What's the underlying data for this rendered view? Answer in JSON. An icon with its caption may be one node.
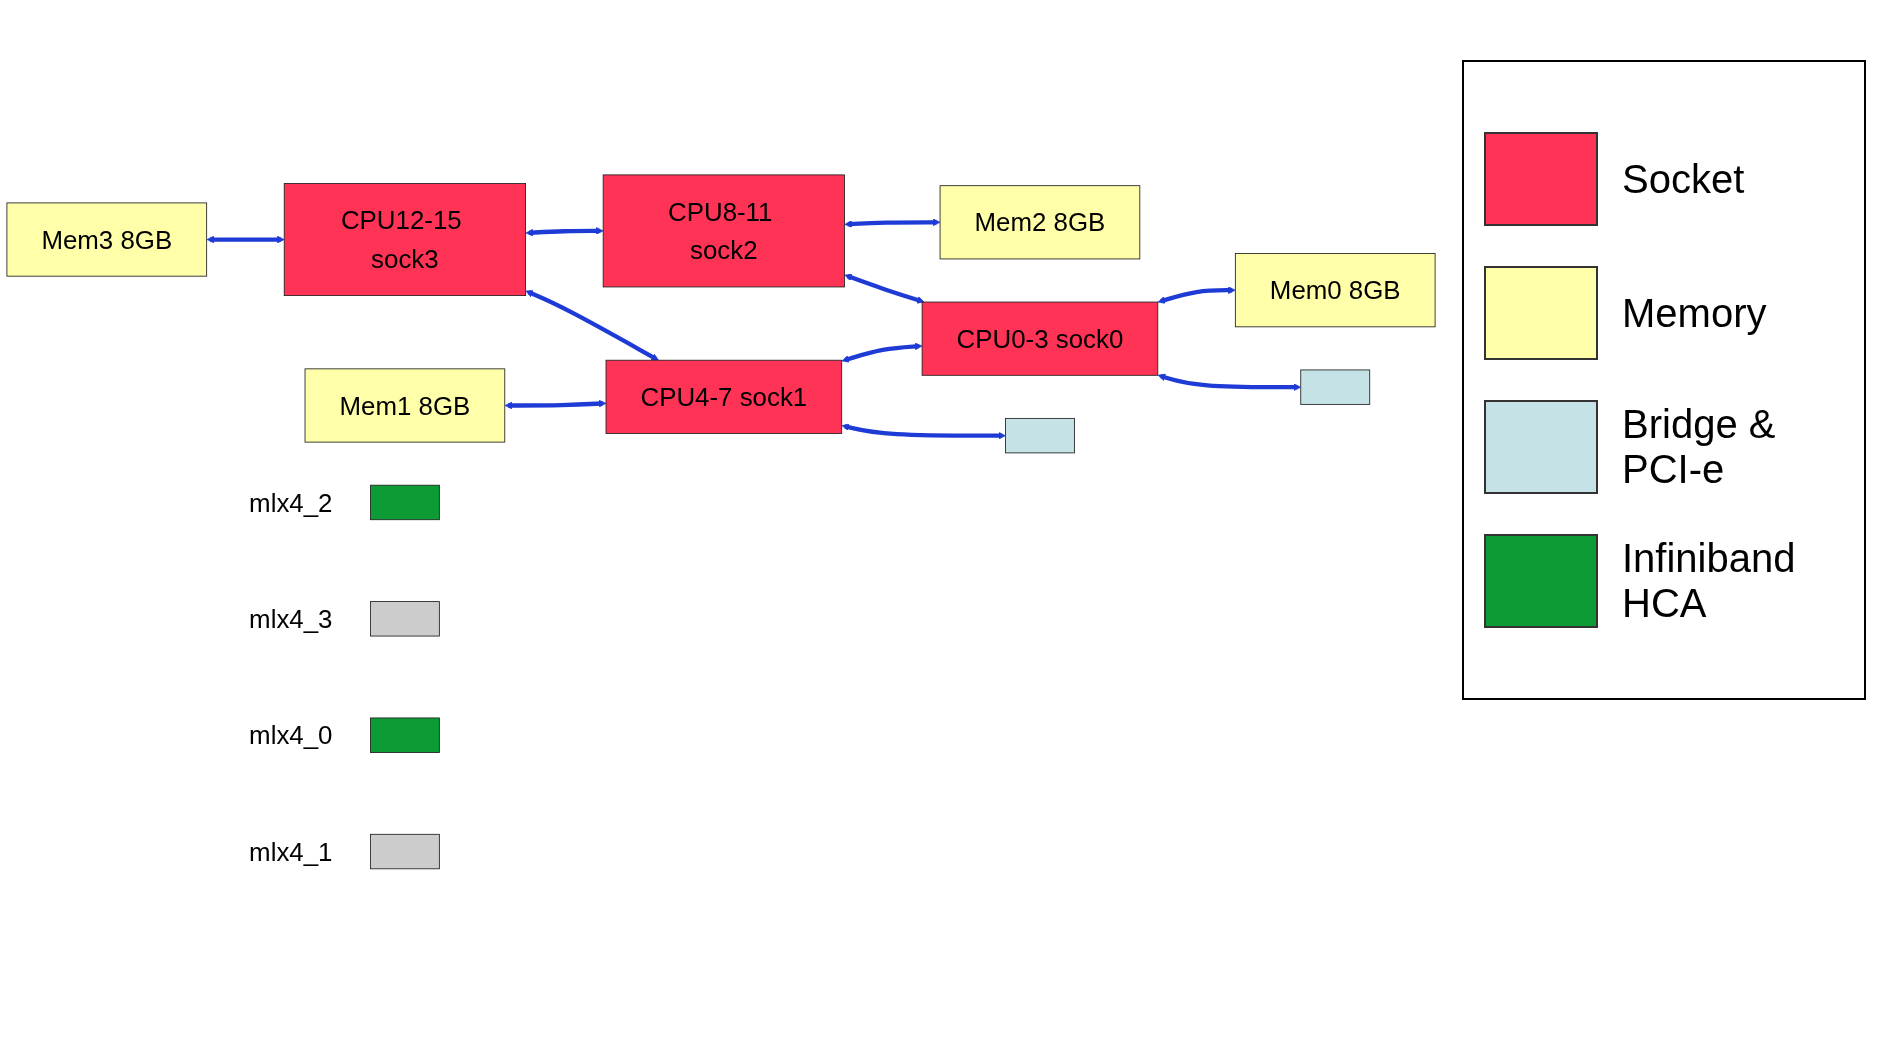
{
  "diagram": {
    "nodes": [
      {
        "text": [
          "Mem3 8GB"
        ]
      },
      {
        "text": [
          "CPU12-15 sock3"
        ]
      },
      {
        "text": [
          "CPU8-11 sock2"
        ]
      },
      {
        "text": [
          "Mem2 8GB"
        ]
      },
      {
        "text": [
          "Mem1 8GB"
        ]
      },
      {
        "text": [
          "CPU4-7 sock1"
        ]
      },
      {
        "text": [
          "CPU0-3 sock0"
        ]
      },
      {
        "text": [
          "Mem0 8GB"
        ]
      },
      {
        "text": [],
        "shape": "bar",
        "beside": [
          "mlx4_2"
        ]
      },
      {
        "text": [],
        "shape": "bar",
        "beside": [
          "mlx4_3"
        ]
      },
      {
        "text": [],
        "shape": "box"
      },
      {
        "text": [],
        "shape": "box"
      },
      {
        "text": [],
        "shape": "bar",
        "beside": [
          "mlx4_0"
        ]
      },
      {
        "text": [],
        "shape": "bar",
        "beside": [
          "mlx4_1"
        ]
      }
    ],
    "edges": [
      {
        "from": 0,
        "to": 1,
        "arrow": "both"
      },
      {
        "from": 1,
        "to": 2,
        "arrow": "both"
      },
      {
        "from": 2,
        "to": 3,
        "arrow": "both"
      },
      {
        "from": 1,
        "to": 5,
        "arrow": "both"
      },
      {
        "from": 2,
        "to": 6,
        "arrow": "both"
      },
      {
        "from": 4,
        "to": 5,
        "arrow": "both"
      },
      {
        "from": 5,
        "to": 6,
        "arrow": "both"
      },
      {
        "from": 6,
        "to": 7,
        "arrow": "both"
      },
      {
        "from": 5,
        "to": 10,
        "arrow": "both"
      },
      {
        "from": 6,
        "to": 11,
        "arrow": "both"
      }
    ],
    "legend": [
      {
        "text": "Socket",
        "color": "#ff3355"
      },
      {
        "text": "Memory",
        "color": "#ffffaa"
      },
      {
        "text": "Bridge & PCI-e",
        "color": "#c5e3e6"
      },
      {
        "text": "Infiniband HCA",
        "color": "#0d9b36"
      }
    ]
  }
}
